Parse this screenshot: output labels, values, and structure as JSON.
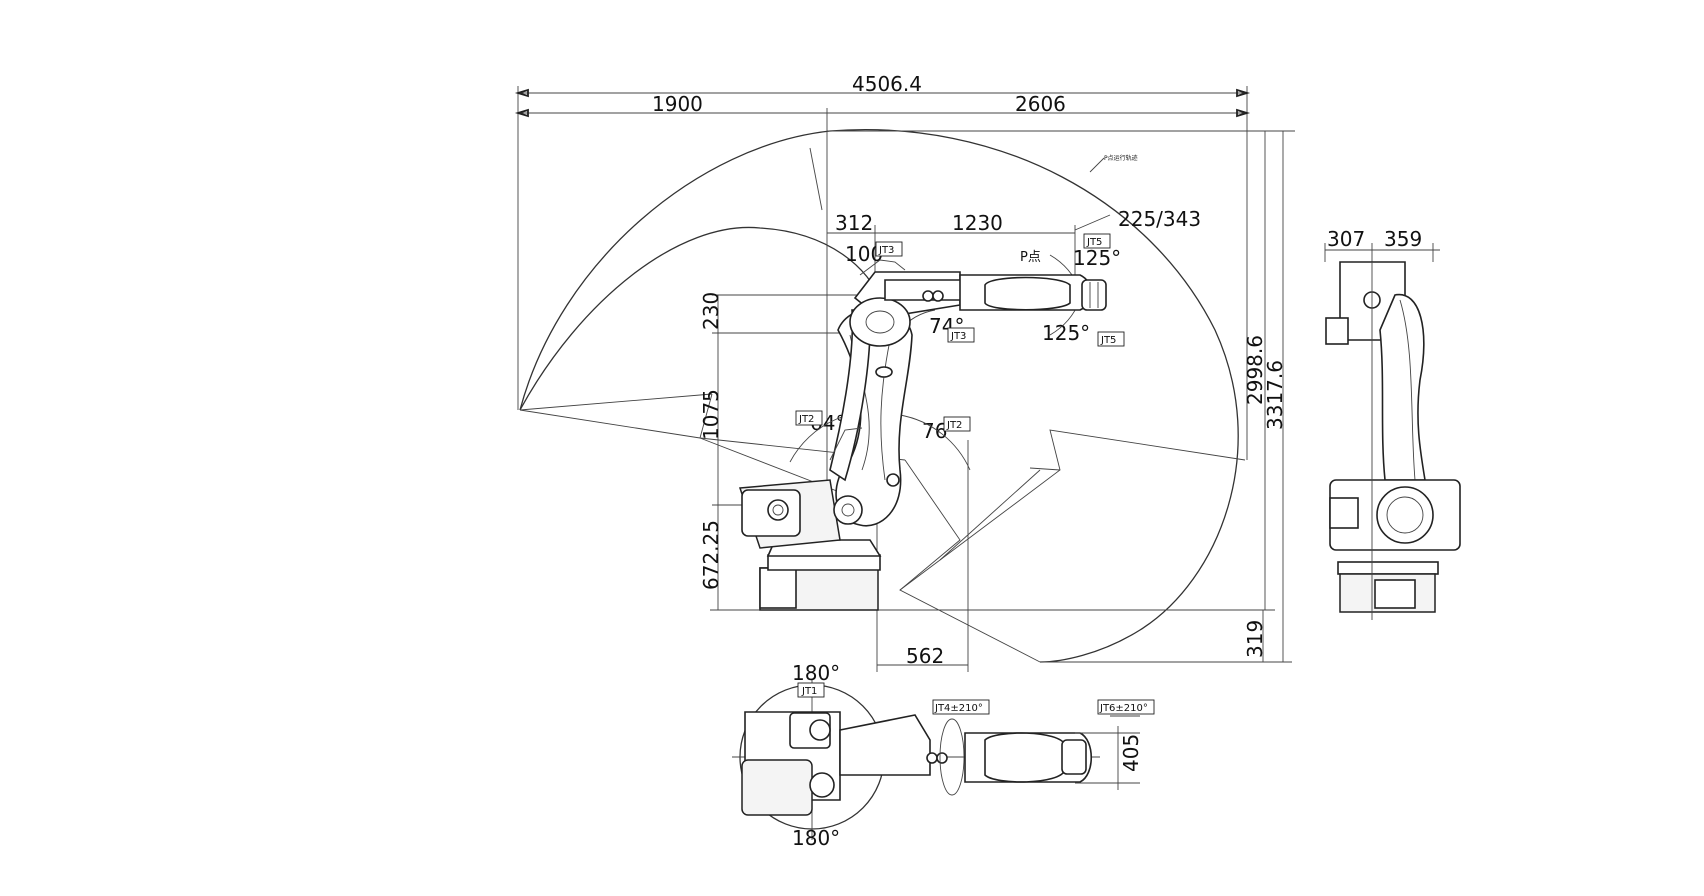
{
  "dimensions": {
    "total_width": "4506.4",
    "rear_reach": "1900",
    "front_reach": "2606",
    "d312": "312",
    "d1230": "1230",
    "d225_343": "225/343",
    "d100": "100",
    "d230": "230",
    "d1075": "1075",
    "d672": "672.25",
    "d562": "562",
    "d2998": "2998.6",
    "d3317": "3317.6",
    "d319": "319",
    "d307": "307",
    "d359": "359",
    "d405": "405"
  },
  "angles": {
    "jt5_up": "125°",
    "jt5_down": "125°",
    "jt3": "74°",
    "jt2_back": "64°",
    "jt2_front": "76°",
    "jt1_top": "180°",
    "jt1_bottom": "180°"
  },
  "axis_tags": {
    "jt3_top": "JT3",
    "jt3_mid": "JT3",
    "jt5_top": "JT5",
    "jt5_bottom": "JT5",
    "jt2_left": "JT2",
    "jt2_right": "JT2",
    "jt1": "JT1",
    "jt4": "JT4±210°",
    "jt6": "JT6±210°"
  },
  "labels": {
    "p_point": "P点",
    "p_trajectory": "P点运行轨迹"
  }
}
